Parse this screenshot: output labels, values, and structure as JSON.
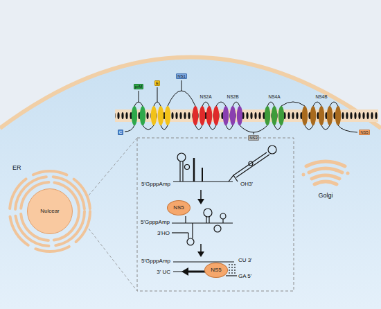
{
  "diagram": {
    "nodes": [
      {
        "text": [
          "C"
        ]
      },
      {
        "text": [
          "prM"
        ]
      },
      {
        "text": [
          "E"
        ]
      },
      {
        "text": [
          "NS1"
        ]
      },
      {
        "text": [
          "NS3"
        ]
      },
      {
        "text": [
          "NS5"
        ]
      },
      {
        "text": [
          "Nulcear"
        ]
      },
      {
        "text": [
          "NS5"
        ]
      },
      {
        "text": [
          "NS5"
        ]
      }
    ],
    "labels": [
      "NS2A",
      "NS2B",
      "NS4A",
      "NS4B",
      "ER",
      "Golgi",
      "5'GpppAmp",
      "OH3'",
      "5'GpppAmp",
      "3'HO",
      "5'GpppAmp",
      "3' UC",
      "CU 3'",
      "GA 5'"
    ]
  }
}
